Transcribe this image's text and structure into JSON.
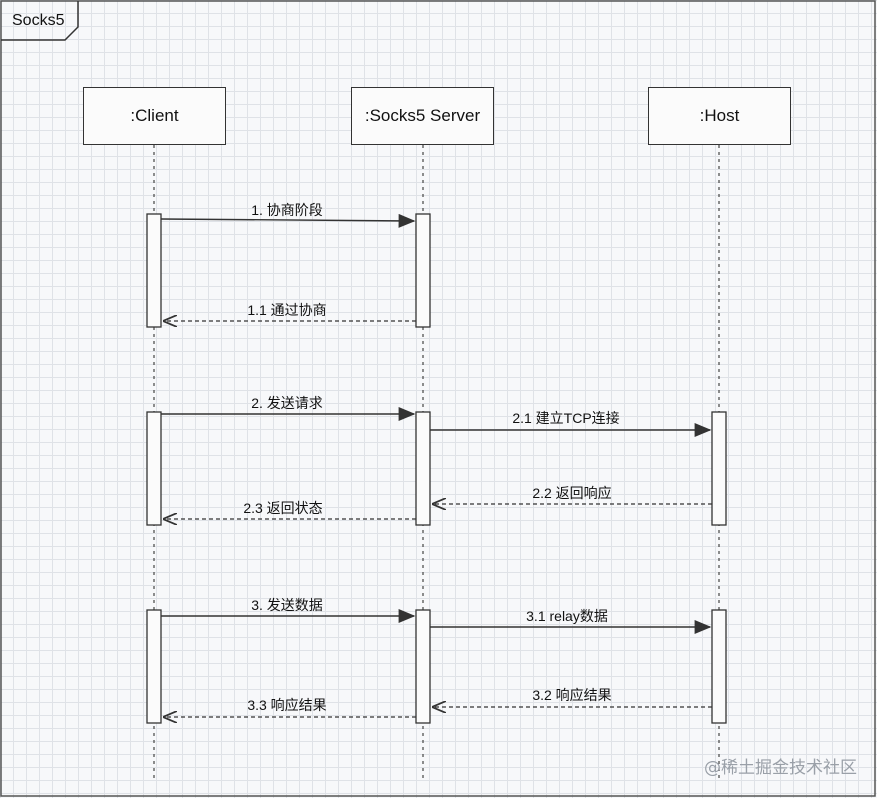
{
  "frame": {
    "label": "Socks5"
  },
  "participants": [
    {
      "label": ":Client"
    },
    {
      "label": ":Socks5 Server"
    },
    {
      "label": ":Host"
    }
  ],
  "messages": [
    {
      "label": "1. 协商阶段",
      "style": "solid"
    },
    {
      "label": "1.1 通过协商",
      "style": "dashed"
    },
    {
      "label": "2. 发送请求",
      "style": "solid"
    },
    {
      "label": "2.1 建立TCP连接",
      "style": "solid"
    },
    {
      "label": "2.2 返回响应",
      "style": "dashed"
    },
    {
      "label": "2.3 返回状态",
      "style": "dashed"
    },
    {
      "label": "3. 发送数据",
      "style": "solid"
    },
    {
      "label": "3.1 relay数据",
      "style": "solid"
    },
    {
      "label": "3.2 响应结果",
      "style": "dashed"
    },
    {
      "label": "3.3 响应结果",
      "style": "dashed"
    }
  ],
  "watermark": "@稀土掘金技术社区",
  "colors": {
    "line": "#333333",
    "background": "#f7f8fa",
    "grid": "#dfe2e7"
  }
}
